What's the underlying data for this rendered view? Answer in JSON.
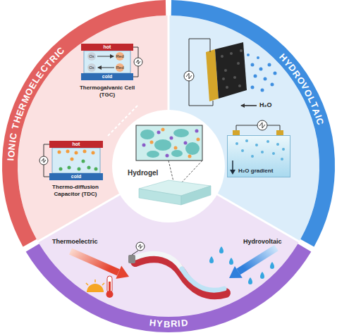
{
  "diagram": {
    "nodes": [
      {
        "text": [
          "IONIC THERMOELECTRIC"
        ]
      },
      {
        "text": [
          "HYDROVOLTAIC"
        ]
      },
      {
        "text": [
          "HYBRID"
        ]
      },
      {
        "text": [
          "hot"
        ]
      },
      {
        "text": [
          "cold"
        ]
      },
      {
        "text": [
          "hot"
        ]
      },
      {
        "text": [
          "cold"
        ]
      },
      {
        "text": [
          "H₂O gradient"
        ]
      },
      {
        "text": [
          "Hydrogel"
        ]
      }
    ],
    "labels": [
      "Ox",
      "Red",
      "Ox",
      "Red",
      "Thermogalvanic Cell (TGC)",
      "Thermo-diffusion Capacitor (TDC)",
      "H₂O",
      "Thermoelectric",
      "Hydrovoltaic"
    ]
  }
}
